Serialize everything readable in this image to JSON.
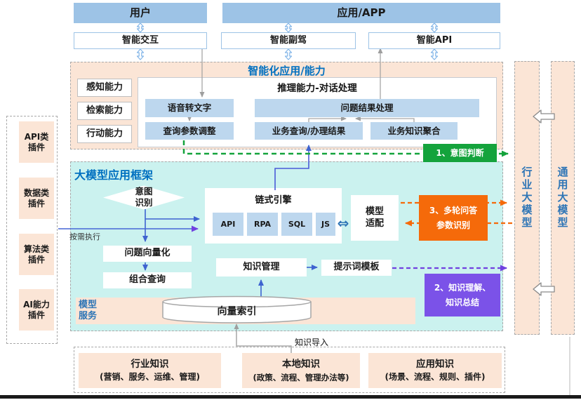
{
  "colors": {
    "peach": "#FBE5D6",
    "cyan": "#CBF2EF",
    "header_blue": "#9DC3E6",
    "light_blue": "#BDD7EE",
    "title_blue": "#0070C0",
    "label_blue": "#2E75B6",
    "green": "#14A33C",
    "orange": "#F56A0A",
    "purple": "#7B52E8",
    "arrow_blue": "#3E63D0",
    "arrow_purple": "#7141E0",
    "arrow_gray": "#A6A6A6"
  },
  "icons": {
    "bidir_arrow": "⇔"
  },
  "top": {
    "user": "用户",
    "app": "应用/APP",
    "items": [
      {
        "label": "智能交互"
      },
      {
        "label": "智能副驾"
      },
      {
        "label": "智能API"
      }
    ]
  },
  "intelligent_app": {
    "title": "智能化应用/能力",
    "capabilities": [
      {
        "label": "感知能力"
      },
      {
        "label": "检索能力"
      },
      {
        "label": "行动能力"
      }
    ],
    "reasoning": {
      "title": "推理能力-对话处理",
      "speech_to_text": "语音转文字",
      "result_processing": "问题结果处理",
      "query_param_adjust": "查询参数调整",
      "business_query": "业务查询/办理结果",
      "knowledge_aggregation": "业务知识聚合"
    },
    "intent_badge": "1、意图判断"
  },
  "framework": {
    "title": "大模型应用框架",
    "intent_diamond": "意图\n识别",
    "on_demand_label": "按需执行",
    "question_vectorize": "问题向量化",
    "combined_query": "组合查询",
    "chain_engine": {
      "title": "链式引擎",
      "plugins": [
        {
          "label": "API"
        },
        {
          "label": "RPA"
        },
        {
          "label": "SQL"
        },
        {
          "label": "JS"
        }
      ]
    },
    "model_adapt": "模型\n适配",
    "multi_round_badge": "3、多轮问答\n参数识别",
    "knowledge_mgmt": "知识管理",
    "prompt_template": "提示词模板",
    "knowledge_badge": "2、知识理解、\n知识总结",
    "model_service": {
      "label": "模型\n服务",
      "vector_index": "向量索引"
    }
  },
  "left_plugins": {
    "items": [
      {
        "label": "API类\n插件"
      },
      {
        "label": "数据类\n插件"
      },
      {
        "label": "算法类\n插件"
      },
      {
        "label": "AI能力\n插件"
      }
    ]
  },
  "right_models": {
    "industry": "行业大模型",
    "general": "通用大模型"
  },
  "knowledge_base": {
    "import_label": "知识导入",
    "items": [
      {
        "title": "行业知识",
        "subtitle": "(营销、服务、运维、管理)"
      },
      {
        "title": "本地知识",
        "subtitle": "(政策、流程、管理办法等)"
      },
      {
        "title": "应用知识",
        "subtitle": "(场景、流程、规则、插件)"
      }
    ]
  }
}
